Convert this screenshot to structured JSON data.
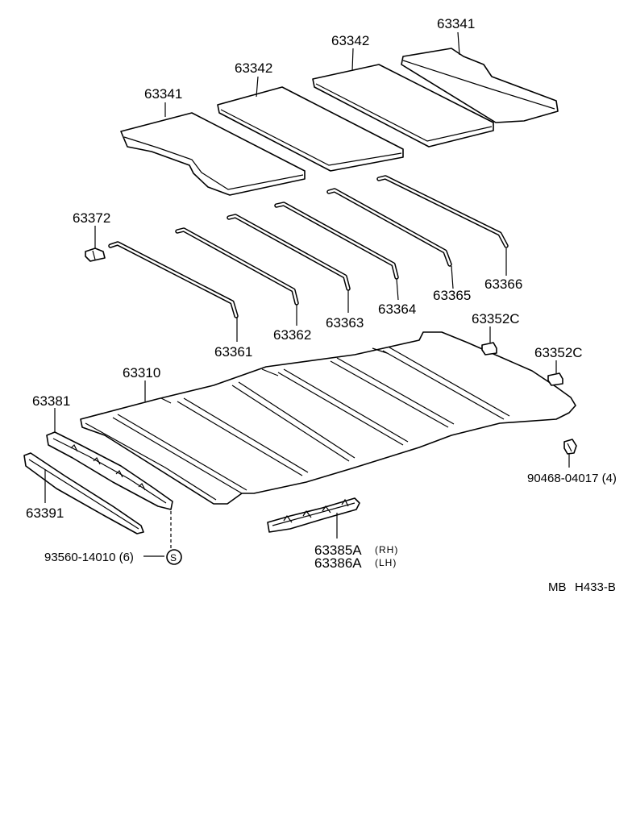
{
  "parts": {
    "p63341_top": "63341",
    "p63342_top": "63342",
    "p63342_mid": "63342",
    "p63341_left": "63341",
    "p63372": "63372",
    "p63361": "63361",
    "p63362": "63362",
    "p63363": "63363",
    "p63364": "63364",
    "p63365": "63365",
    "p63366": "63366",
    "p63352c_a": "63352C",
    "p63352c_b": "63352C",
    "p63310": "63310",
    "p63381": "63381",
    "p63391": "63391",
    "p90468": "90468-04017 (4)",
    "p93560": "93560-14010 (6)",
    "screw_symbol": "S",
    "p63385a": "63385A",
    "p63385a_side": "(RH)",
    "p63386a": "63386A",
    "p63386a_side": "(LH)"
  },
  "code": {
    "prefix": "MB",
    "ref": "H433-B"
  }
}
